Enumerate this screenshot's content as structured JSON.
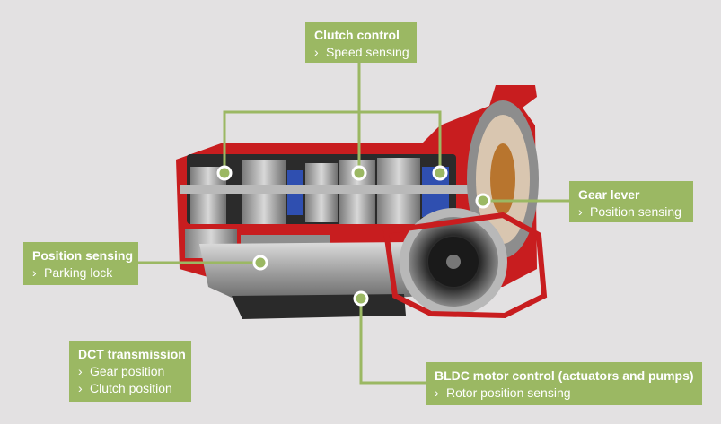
{
  "labels": {
    "clutch_control": {
      "title": "Clutch control",
      "items": [
        "Speed sensing"
      ]
    },
    "gear_lever": {
      "title": "Gear lever",
      "items": [
        "Position sensing"
      ]
    },
    "position_sensing": {
      "title": "Position sensing",
      "items": [
        "Parking lock"
      ]
    },
    "dct_transmission": {
      "title": "DCT transmission",
      "items": [
        "Gear position",
        "Clutch position"
      ]
    },
    "bldc_motor": {
      "title": "BLDC motor control (actuators and pumps)",
      "items": [
        "Rotor position sensing"
      ]
    }
  },
  "bullet_glyph": "›",
  "colors": {
    "accent": "#9bb863",
    "background": "#e3e1e2",
    "housing_red": "#c81d1f",
    "metal": "#a9a9a9"
  }
}
